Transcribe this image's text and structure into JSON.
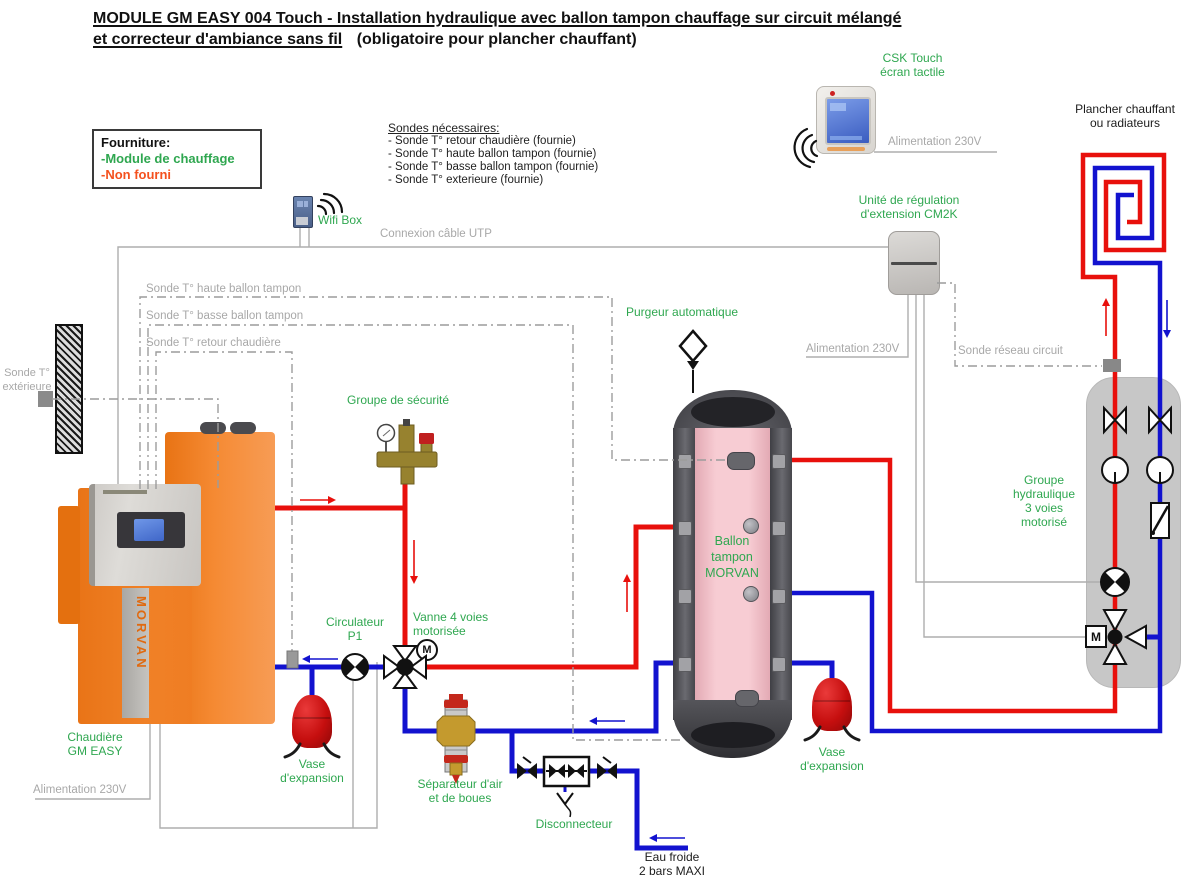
{
  "title": {
    "line1": "MODULE GM EASY 004 Touch - Installation hydraulique avec ballon tampon chauffage sur circuit mélangé",
    "line2_underlined": "et correcteur d'ambiance sans fil",
    "line2_plain": "(obligatoire pour plancher chauffant)"
  },
  "legend": {
    "header": "Fourniture:",
    "supplied": "-Module de chauffage",
    "not_supplied": "-Non fourni"
  },
  "sensors_list": {
    "header": "Sondes nécessaires:",
    "items": [
      "- Sonde T° retour chaudière (fournie)",
      "- Sonde T° haute ballon tampon (fournie)",
      "- Sonde T° basse  ballon tampon (fournie)",
      "- Sonde T° exterieure (fournie)"
    ]
  },
  "labels": {
    "csk": "CSK Touch\nécran tactile",
    "alim_csk": "Alimentation 230V",
    "plancher": "Plancher chauffant\nou radiateurs",
    "wifi": "Wifi Box",
    "utp": "Connexion câble UTP",
    "cm2k": "Unité de régulation\nd'extension CM2K",
    "alim_cm2k": "Alimentation 230V",
    "sonde_reseau": "Sonde réseau circuit",
    "sonde_haute": "Sonde T° haute ballon tampon",
    "sonde_basse": "Sonde T° basse  ballon tampon",
    "sonde_retour": "Sonde T° retour chaudière",
    "sonde_ext": "Sonde T°\nextérieure",
    "purgeur": "Purgeur automatique",
    "securite": "Groupe de sécurité",
    "ballon": "Ballon\ntampon\nMORVAN",
    "groupe_hydro": "Groupe\nhydraulique\n3 voies\nmotorisé",
    "vanne4": "Vanne 4 voies\nmotorisée",
    "circulateur": "Circulateur\nP1",
    "chaudiere": "Chaudière\nGM EASY",
    "alim_chaudiere": "Alimentation 230V",
    "vase1": "Vase\nd'expansion",
    "vase2": "Vase\nd'expansion",
    "separateur": "Séparateur d'air\net de boues",
    "disconnecteur": "Disconnecteur",
    "eau_froide": "Eau froide\n2 bars MAXI",
    "morvan": "MORVAN",
    "m_valve": "M",
    "m_group": "M"
  },
  "colors": {
    "pipe_hot": "#e8100c",
    "pipe_cold": "#1212cf",
    "label_green": "#2fa750",
    "label_gray": "#a8a8a8",
    "not_supplied_orange": "#f4511e",
    "boiler_orange": "#ef7d23",
    "tank_pink": "#f4c7ce",
    "group_gray": "#c7c7c7"
  }
}
